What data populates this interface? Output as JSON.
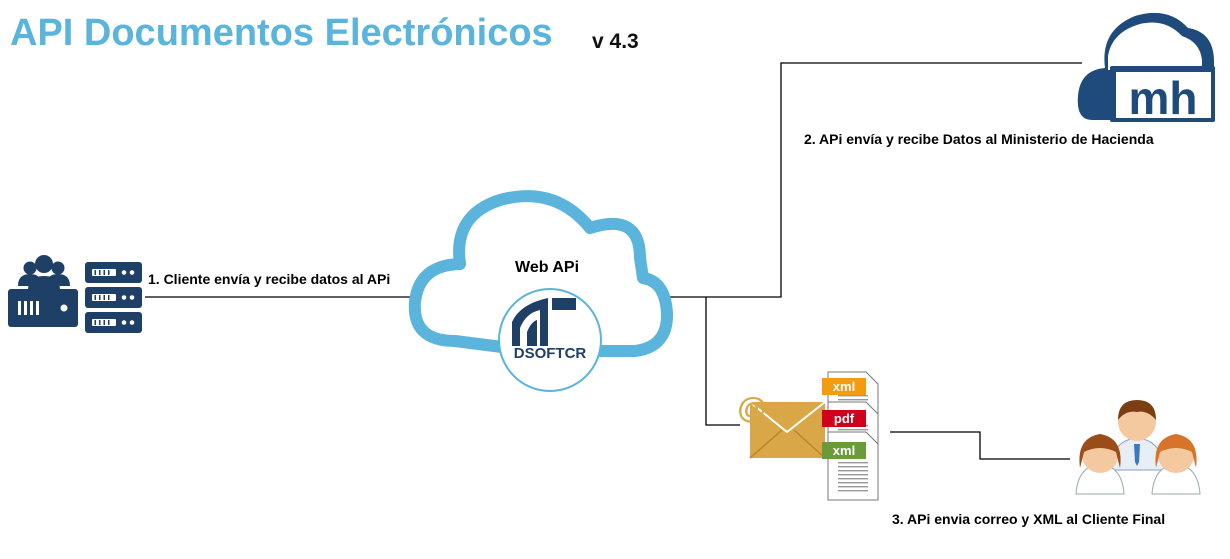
{
  "header": {
    "title": "API Documentos Electrónicos",
    "version": "v 4.3"
  },
  "nodes": {
    "web_api": {
      "label": "Web APi",
      "logo_text": "DSOFTCR"
    },
    "hacienda": {
      "logo_text": "mh"
    },
    "attachments": [
      "xml",
      "pdf",
      "xml"
    ],
    "email_symbol": "@"
  },
  "steps": [
    {
      "label": "1.  Cliente envía y recibe datos al APi"
    },
    {
      "label": "2.  APi envía y recibe Datos al Ministerio de Hacienda"
    },
    {
      "label": "3.  APi envia correo y XML al Cliente Final"
    }
  ],
  "colors": {
    "title": "#5ab4dc",
    "cloud": "#5ab4dc",
    "hacienda": "#1e4b7c",
    "server": "#1e3f66",
    "xml_tag": "#f39c12",
    "pdf_tag": "#d0021b",
    "xml2_tag": "#6a9b3a",
    "envelope": "#d9a748"
  }
}
